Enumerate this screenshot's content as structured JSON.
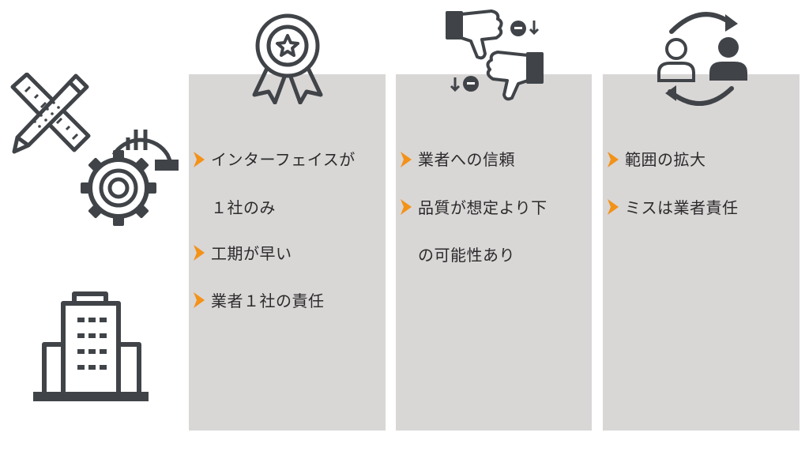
{
  "colors": {
    "panel_bg": "#d9d6d6",
    "icon_dark": "#404448",
    "bullet_accent": "#f39217",
    "text": "#2b2b2b"
  },
  "left_icons": [
    "pencil-ruler-icon",
    "gear-hardhat-icon",
    "office-building-icon"
  ],
  "columns": [
    {
      "icon": "award-ribbon-icon",
      "items": [
        {
          "lines": [
            "インターフェイスが",
            "１社のみ"
          ]
        },
        {
          "lines": [
            "工期が早い"
          ]
        },
        {
          "lines": [
            "業者１社の責任"
          ]
        }
      ]
    },
    {
      "icon": "thumbs-down-icon",
      "items": [
        {
          "lines": [
            "業者への信頼"
          ]
        },
        {
          "lines": [
            "品質が想定より下",
            "の可能性あり"
          ]
        }
      ]
    },
    {
      "icon": "person-exchange-icon",
      "items": [
        {
          "lines": [
            "範囲の拡大"
          ]
        },
        {
          "lines": [
            "ミスは業者責任"
          ]
        }
      ]
    }
  ]
}
